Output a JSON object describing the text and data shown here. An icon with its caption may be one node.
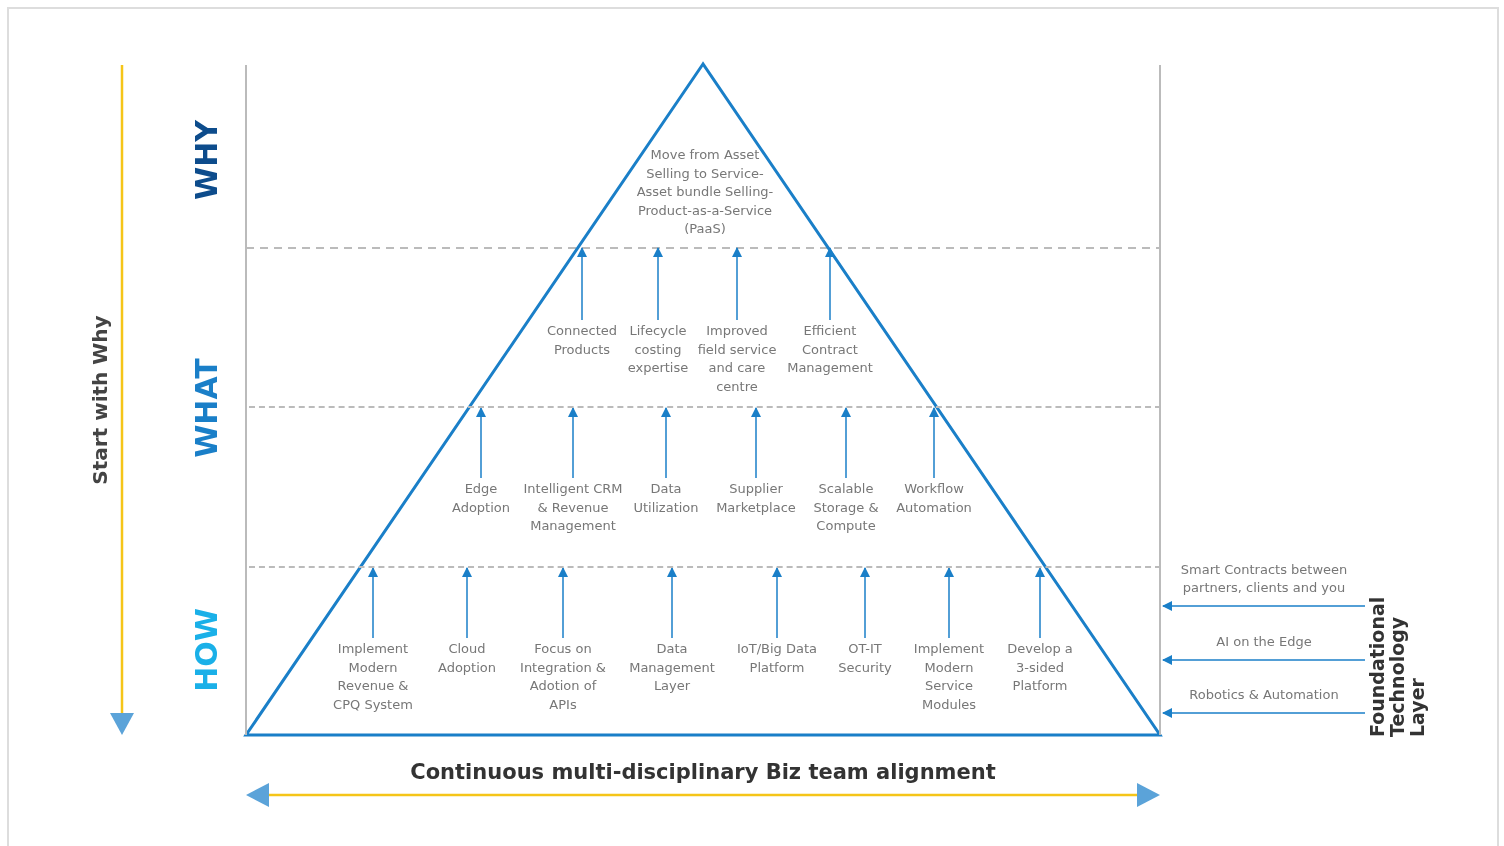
{
  "diagram": {
    "nodes": [
      {
        "text": [
          "WHY",
          "Move from Asset Selling to Service-Asset bundle Selling-Product-as-a-Service (PaaS)"
        ]
      },
      {
        "text": [
          "WHAT"
        ]
      },
      {
        "text": [],
        "shape": "band",
        "in": 1
      },
      {
        "text": [],
        "shape": "band",
        "in": 1
      },
      {
        "text": [
          "HOW"
        ]
      },
      {
        "text": [
          "Connected Products"
        ],
        "in": 2
      },
      {
        "text": [
          "Lifecycle costing expertise"
        ],
        "in": 2
      },
      {
        "text": [
          "Improved field service and care centre"
        ],
        "in": 2
      },
      {
        "text": [
          "Efficient Contract Management"
        ],
        "in": 2
      },
      {
        "text": [
          "Edge Adoption"
        ],
        "in": 3
      },
      {
        "text": [
          "Intelligent CRM & Revenue Management"
        ],
        "in": 3
      },
      {
        "text": [
          "Data Utilization"
        ],
        "in": 3
      },
      {
        "text": [
          "Supplier Marketplace"
        ],
        "in": 3
      },
      {
        "text": [
          "Scalable Storage & Compute"
        ],
        "in": 3
      },
      {
        "text": [
          "Workflow Automation"
        ],
        "in": 3
      },
      {
        "text": [
          "Implement Modern Revenue & CPQ System"
        ],
        "in": 4
      },
      {
        "text": [
          "Cloud Adoption"
        ],
        "in": 4
      },
      {
        "text": [
          "Focus on Integration & Adotion of APIs"
        ],
        "in": 4
      },
      {
        "text": [
          "Data Management Layer"
        ],
        "in": 4
      },
      {
        "text": [
          "IoT/Big Data Platform"
        ],
        "in": 4
      },
      {
        "text": [
          "OT-IT Security"
        ],
        "in": 4
      },
      {
        "text": [
          "Implement Modern Service Modules"
        ],
        "in": 4
      },
      {
        "text": [
          "Develop a 3-sided Platform"
        ],
        "in": 4
      },
      {
        "text": [
          "Foundational Technology Layer"
        ]
      }
    ],
    "edges": [
      {
        "from": 5,
        "to": 0,
        "arrow": "to"
      },
      {
        "from": 6,
        "to": 0,
        "arrow": "to"
      },
      {
        "from": 7,
        "to": 0,
        "arrow": "to"
      },
      {
        "from": 8,
        "to": 0,
        "arrow": "to"
      },
      {
        "from": 9,
        "to": 2,
        "arrow": "to"
      },
      {
        "from": 10,
        "to": 2,
        "arrow": "to"
      },
      {
        "from": 11,
        "to": 2,
        "arrow": "to"
      },
      {
        "from": 12,
        "to": 2,
        "arrow": "to"
      },
      {
        "from": 13,
        "to": 2,
        "arrow": "to"
      },
      {
        "from": 14,
        "to": 2,
        "arrow": "to"
      },
      {
        "from": 15,
        "to": 3,
        "arrow": "to"
      },
      {
        "from": 16,
        "to": 3,
        "arrow": "to"
      },
      {
        "from": 17,
        "to": 3,
        "arrow": "to"
      },
      {
        "from": 18,
        "to": 3,
        "arrow": "to"
      },
      {
        "from": 19,
        "to": 3,
        "arrow": "to"
      },
      {
        "from": 20,
        "to": 3,
        "arrow": "to"
      },
      {
        "from": 21,
        "to": 3,
        "arrow": "to"
      },
      {
        "from": 22,
        "to": 3,
        "arrow": "to"
      },
      {
        "from": 23,
        "to": 4,
        "arrow": "to",
        "label": "Smart Contracts between partners, clients and you"
      },
      {
        "from": 23,
        "to": 4,
        "arrow": "to",
        "label": "AI on the Edge"
      },
      {
        "from": 23,
        "to": 4,
        "arrow": "to",
        "label": "Robotics & Automation"
      }
    ],
    "labels": [
      "Start with Why",
      "Continuous multi-disciplinary Biz team alignment"
    ]
  }
}
